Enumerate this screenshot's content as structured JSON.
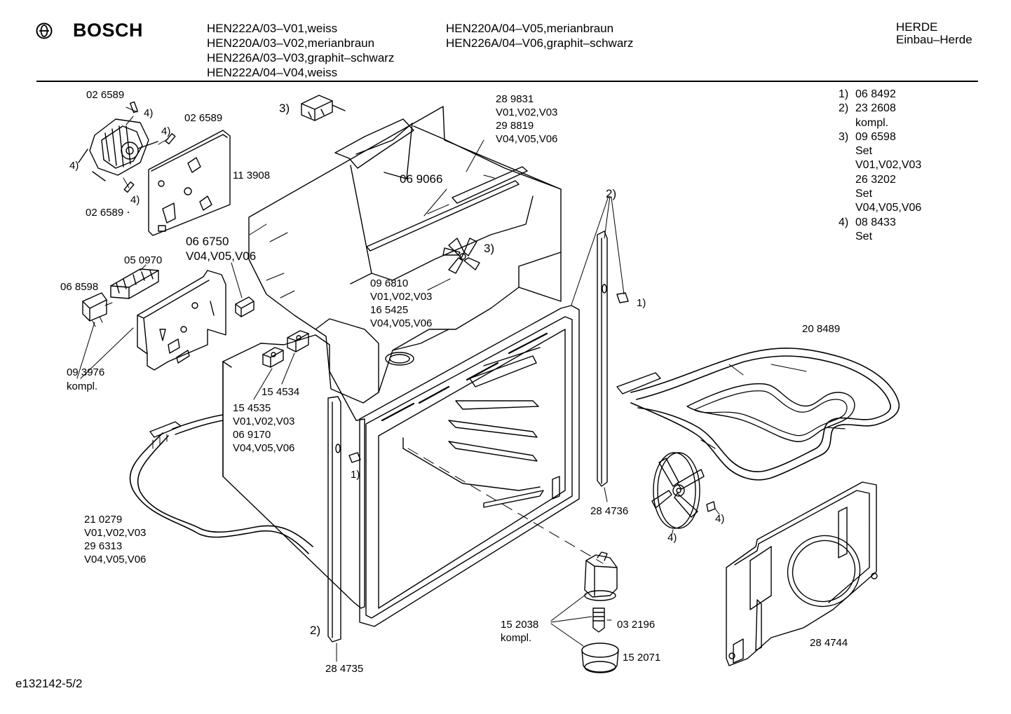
{
  "header": {
    "brand": "BOSCH",
    "models_col1": [
      "HEN222A/03–V01,weiss",
      "HEN220A/03–V02,merianbraun",
      "HEN226A/03–V03,graphit–schwarz",
      "HEN222A/04–V04,weiss"
    ],
    "models_col2": [
      "HEN220A/04–V05,merianbraun",
      "HEN226A/04–V06,graphit–schwarz"
    ],
    "category": [
      "HERDE",
      "Einbau–Herde"
    ]
  },
  "legend": [
    {
      "num": "1)",
      "lines": [
        "06 8492"
      ]
    },
    {
      "num": "2)",
      "lines": [
        "23 2608",
        "kompl."
      ]
    },
    {
      "num": "3)",
      "lines": [
        "09 6598",
        "Set",
        "V01,V02,V03",
        "26 3202",
        "Set",
        "V04,V05,V06"
      ]
    },
    {
      "num": "4)",
      "lines": [
        "08 8433",
        "Set"
      ]
    }
  ],
  "labels": {
    "motor_clip_a": "02 6589",
    "motor_clip_b": "02 6589",
    "motor_clip_c": "02 6589",
    "motor_plate": "11 3908",
    "ref4_a": "4)",
    "ref4_b": "4)",
    "ref4_c": "4)",
    "ref4_d": "4)",
    "ref4_fan_nut": "4)",
    "ref4_fan": "4)",
    "ref3_solenoid": "3)",
    "ref3_fan": "3)",
    "ref2_top": "2)",
    "ref2_bottom": "2)",
    "ref1_right": "1)",
    "ref1_left": "1)",
    "duct_part": "28 9831",
    "duct_var1": "V01,V02,V03",
    "duct_part2": "29 8819",
    "duct_var2": "V04,V05,V06",
    "duct_strip": "06 9066",
    "switch_part": "06 6750",
    "switch_var": "V04,V05,V06",
    "terminal_block": "05 0970",
    "switch_left": "06 8598",
    "bracket_assy": "09 3976",
    "bracket_kompl": "kompl.",
    "fan_part1": "09 6810",
    "fan_var1": "V01,V02,V03",
    "fan_part2": "16 5425",
    "fan_var2": "V04,V05,V06",
    "thermostat_right": "15 4534",
    "thermostat_part1": "15 4535",
    "thermostat_var1": "V01,V02,V03",
    "thermostat_part2": "06 9170",
    "thermostat_var2": "V04,V05,V06",
    "bottom_heater_part1": "21 0279",
    "bottom_heater_var1": "V01,V02,V03",
    "bottom_heater_part2": "29 6313",
    "bottom_heater_var2": "V04,V05,V06",
    "top_heater": "20 8489",
    "rail_right": "28 4736",
    "rail_left": "28 4735",
    "rear_cover": "28 4744",
    "lamp_assy": "15 2038",
    "lamp_kompl": "kompl.",
    "lamp_bulb": "03 2196",
    "lamp_cover": "15 2071"
  },
  "footer": {
    "doc_id": "e132142-5/2"
  }
}
